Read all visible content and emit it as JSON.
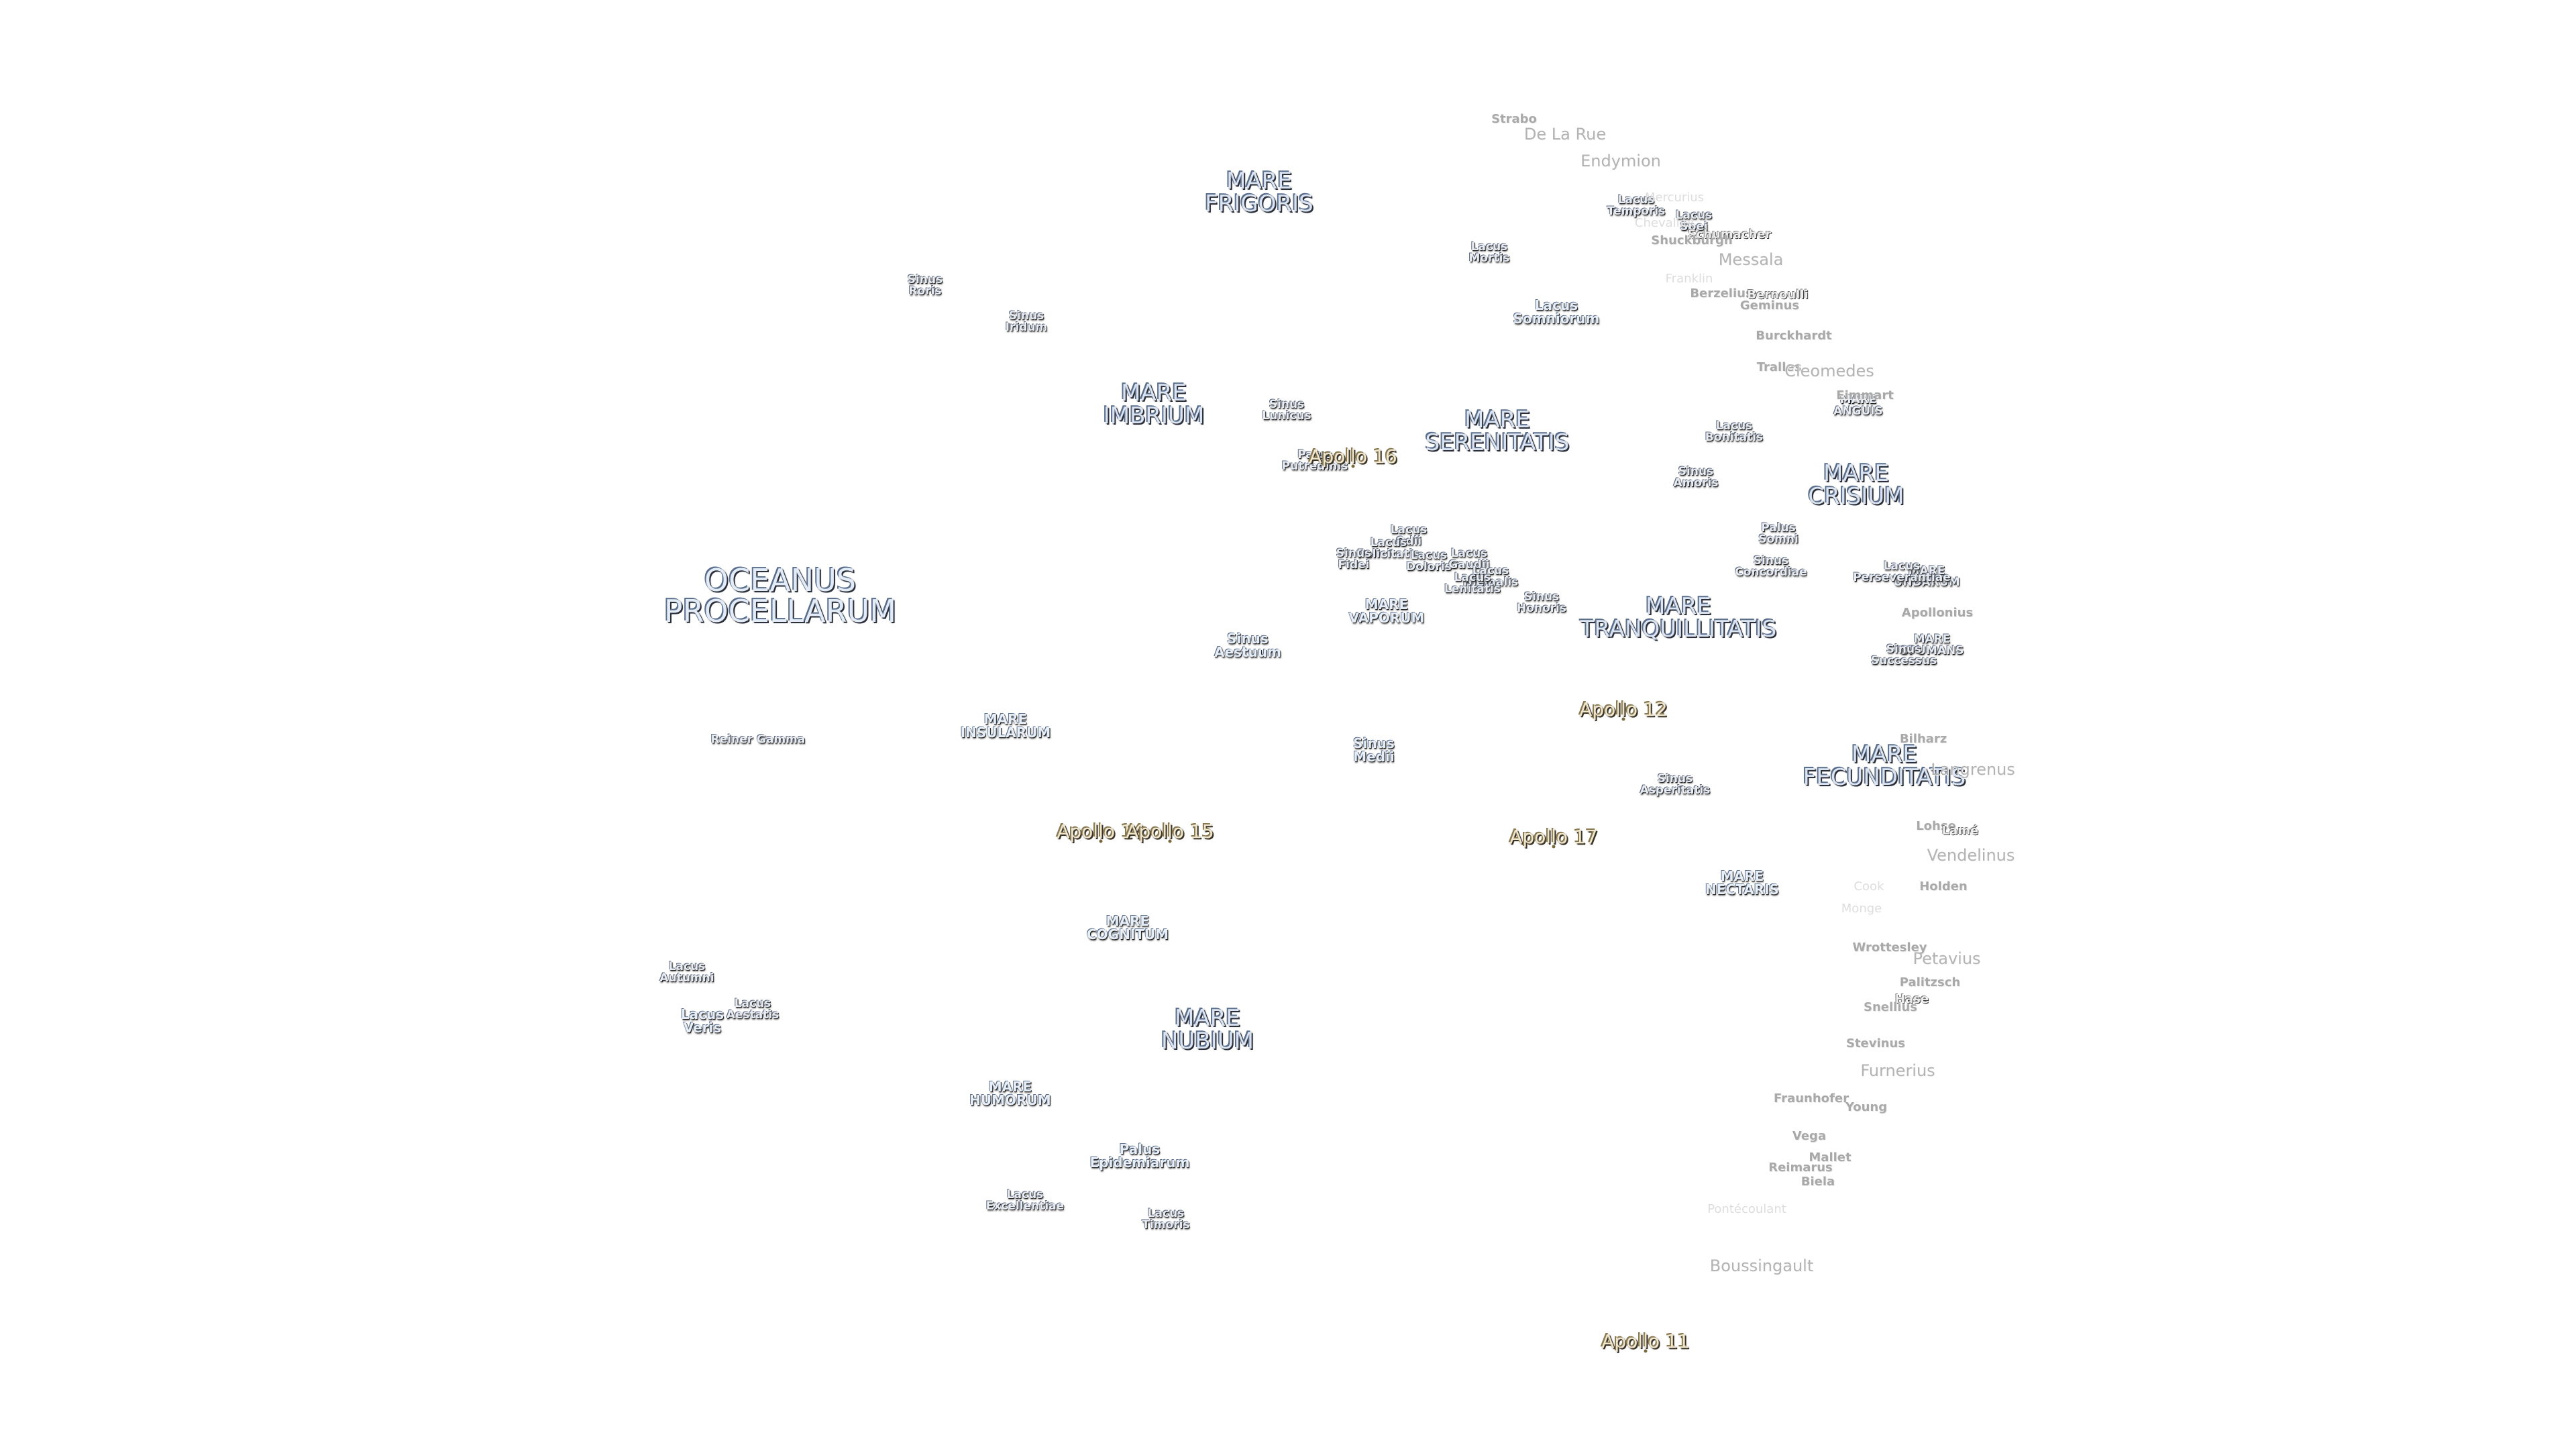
{
  "map": {
    "labels": [
      {
        "text": "MARE\nFRIGORIS",
        "kind": "mare"
      },
      {
        "text": "MARE\nIMBRIUM",
        "kind": "mare"
      },
      {
        "text": "OCEANUS\nPROCELLARUM",
        "kind": "mare-large"
      },
      {
        "text": "MARE\nSERENITATIS",
        "kind": "mare"
      },
      {
        "text": "MARE\nTRANQUILLITATIS",
        "kind": "mare"
      },
      {
        "text": "MARE\nCRISIUM",
        "kind": "mare"
      },
      {
        "text": "MARE\nFECUNDITATIS",
        "kind": "mare"
      },
      {
        "text": "MARE\nNECTARIS",
        "kind": "mare-small"
      },
      {
        "text": "MARE\nINSULARUM",
        "kind": "mare-small"
      },
      {
        "text": "MARE\nCOGNITUM",
        "kind": "mare-small"
      },
      {
        "text": "MARE\nNUBIUM",
        "kind": "mare"
      },
      {
        "text": "MARE\nHUMORUM",
        "kind": "mare-small"
      },
      {
        "text": "MARE\nVAPORUM",
        "kind": "mare-small"
      },
      {
        "text": "MARE\nUNDARUM",
        "kind": "feature"
      },
      {
        "text": "MARE\nSPUMANS",
        "kind": "feature"
      },
      {
        "text": "MARE\nANGUIS",
        "kind": "feature"
      },
      {
        "text": "Lacus\nSomniorum",
        "kind": "mare-small"
      },
      {
        "text": "Lacus\nMortis",
        "kind": "feature"
      },
      {
        "text": "Lacus\nTemporis",
        "kind": "feature"
      },
      {
        "text": "Lacus\nSpei",
        "kind": "feature"
      },
      {
        "text": "Lacus\nBonitatis",
        "kind": "feature"
      },
      {
        "text": "Lacus\nOdii",
        "kind": "feature"
      },
      {
        "text": "Lacus\nFelicitatis",
        "kind": "feature"
      },
      {
        "text": "Lacus\nDoloris",
        "kind": "feature"
      },
      {
        "text": "Lacus\nGaudii",
        "kind": "feature"
      },
      {
        "text": "Lacus\nHiemalis",
        "kind": "feature"
      },
      {
        "text": "Lacus\nLenitatis",
        "kind": "feature"
      },
      {
        "text": "Lacus\nPerseverantiae",
        "kind": "feature"
      },
      {
        "text": "Lacus\nAutumni",
        "kind": "feature"
      },
      {
        "text": "Lacus\nAestatis",
        "kind": "feature"
      },
      {
        "text": "Lacus\nVeris",
        "kind": "mare-small"
      },
      {
        "text": "Lacus\nExcellentiae",
        "kind": "feature"
      },
      {
        "text": "Lacus\nTimoris",
        "kind": "feature"
      },
      {
        "text": "Sinus\nRoris",
        "kind": "feature"
      },
      {
        "text": "Sinus\nIridum",
        "kind": "feature"
      },
      {
        "text": "Sinus\nLunicus",
        "kind": "feature"
      },
      {
        "text": "Sinus\nFidei",
        "kind": "feature"
      },
      {
        "text": "Sinus\nAestuum",
        "kind": "mare-small"
      },
      {
        "text": "Sinus\nMedii",
        "kind": "mare-small"
      },
      {
        "text": "Sinus\nHonoris",
        "kind": "feature"
      },
      {
        "text": "Sinus\nAmoris",
        "kind": "feature"
      },
      {
        "text": "Sinus\nConcordiae",
        "kind": "feature"
      },
      {
        "text": "Sinus\nAsperitatis",
        "kind": "feature"
      },
      {
        "text": "Sinus\nSuccessus",
        "kind": "feature"
      },
      {
        "text": "Palus\nPutredinis",
        "kind": "feature"
      },
      {
        "text": "Palus\nSomni",
        "kind": "feature"
      },
      {
        "text": "Palus\nEpidemiarum",
        "kind": "mare-small"
      },
      {
        "text": "Reiner Gamma",
        "kind": "feature"
      },
      {
        "text": "Strabo",
        "kind": "crater-small"
      },
      {
        "text": "De La Rue",
        "kind": "crater"
      },
      {
        "text": "Endymion",
        "kind": "crater"
      },
      {
        "text": "Mercurius",
        "kind": "crater-faint"
      },
      {
        "text": "Chevallier",
        "kind": "crater-faint"
      },
      {
        "text": "Schumacher",
        "kind": "crater-dark"
      },
      {
        "text": "Shuckburgh",
        "kind": "crater-small"
      },
      {
        "text": "Messala",
        "kind": "crater"
      },
      {
        "text": "Franklin",
        "kind": "crater-faint"
      },
      {
        "text": "Berzelius",
        "kind": "crater-small"
      },
      {
        "text": "Bernoulli",
        "kind": "crater-dark"
      },
      {
        "text": "Geminus",
        "kind": "crater-small"
      },
      {
        "text": "Burckhardt",
        "kind": "crater-small"
      },
      {
        "text": "Tralles",
        "kind": "crater-small"
      },
      {
        "text": "Cleomedes",
        "kind": "crater"
      },
      {
        "text": "Eimmart",
        "kind": "crater-small"
      },
      {
        "text": "Apollonius",
        "kind": "crater-small"
      },
      {
        "text": "Bilharz",
        "kind": "crater-small"
      },
      {
        "text": "Langrenus",
        "kind": "crater"
      },
      {
        "text": "Lohse",
        "kind": "crater-small"
      },
      {
        "text": "Lamé",
        "kind": "crater-dark"
      },
      {
        "text": "Vendelinus",
        "kind": "crater"
      },
      {
        "text": "Cook",
        "kind": "crater-faint"
      },
      {
        "text": "Holden",
        "kind": "crater-small"
      },
      {
        "text": "Monge",
        "kind": "crater-faint"
      },
      {
        "text": "Wrottesley",
        "kind": "crater-small"
      },
      {
        "text": "Petavius",
        "kind": "crater"
      },
      {
        "text": "Palitzsch",
        "kind": "crater-small"
      },
      {
        "text": "Hase",
        "kind": "crater-dark"
      },
      {
        "text": "Snellius",
        "kind": "crater-small"
      },
      {
        "text": "Stevinus",
        "kind": "crater-small"
      },
      {
        "text": "Furnerius",
        "kind": "crater"
      },
      {
        "text": "Fraunhofer",
        "kind": "crater-small"
      },
      {
        "text": "Young",
        "kind": "crater-small"
      },
      {
        "text": "Vega",
        "kind": "crater-small"
      },
      {
        "text": "Mallet",
        "kind": "crater-small"
      },
      {
        "text": "Reimarus",
        "kind": "crater-small"
      },
      {
        "text": "Biela",
        "kind": "crater-small"
      },
      {
        "text": "Pontécoulant",
        "kind": "crater-faint"
      },
      {
        "text": "Boussingault",
        "kind": "crater"
      },
      {
        "text": "Apollo 11",
        "kind": "apollo"
      },
      {
        "text": "Apollo 12",
        "kind": "apollo"
      },
      {
        "text": "Apollo 14",
        "kind": "apollo"
      },
      {
        "text": "Apollo 15",
        "kind": "apollo"
      },
      {
        "text": "Apollo 16",
        "kind": "apollo"
      },
      {
        "text": "Apollo 17",
        "kind": "apollo"
      }
    ]
  }
}
